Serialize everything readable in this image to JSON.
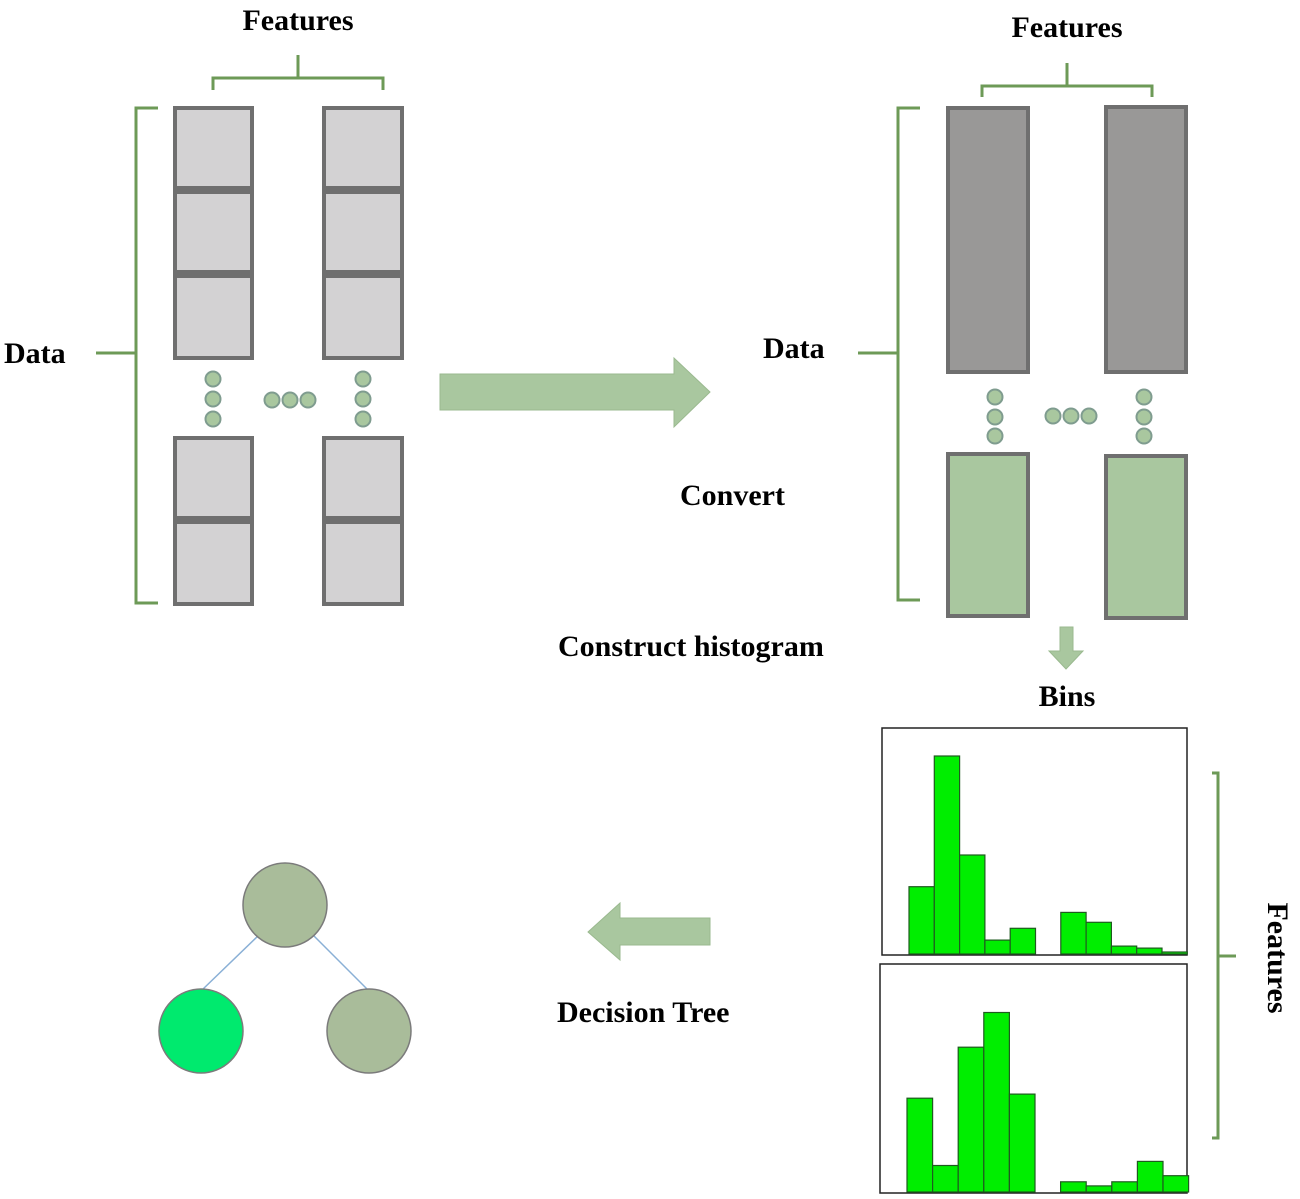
{
  "labels": {
    "features_left": "Features",
    "features_right": "Features",
    "data_left": "Data",
    "data_right": "Data",
    "convert": "Convert",
    "construct_histogram": "Construct histogram",
    "bins": "Bins",
    "features_vertical": "Features",
    "decision_tree": "Decision Tree"
  },
  "histograms": [
    {
      "values": [
        0.34,
        1.0,
        0.5,
        0.07,
        0.13,
        0,
        0.21,
        0.16,
        0.04,
        0.03,
        0.01
      ]
    },
    {
      "values": [
        0.46,
        0.13,
        0.71,
        0.88,
        0.48,
        0,
        0.05,
        0.03,
        0.05,
        0.15,
        0.08
      ]
    }
  ],
  "colors": {
    "light_cell": "#d3d2d3",
    "dark_cell": "#999897",
    "cell_border": "#6f6f6f",
    "green_fill": "#a9c79f",
    "brace_green": "#6d9a57",
    "dot_fill": "#a9c79f",
    "dot_stroke": "#7f9c8f",
    "hist_bar": "#00ee00",
    "root_node": "#a9bc9a",
    "left_node": "#00ea6e",
    "right_node": "#a9bc9a",
    "tree_edge": "#8ab0d6"
  }
}
